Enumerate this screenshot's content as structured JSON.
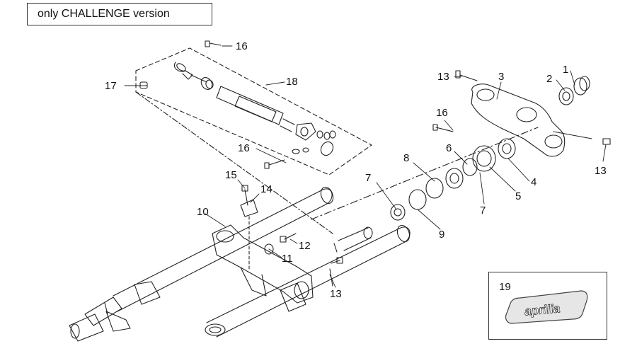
{
  "header": {
    "version_label": "only CHALLENGE version"
  },
  "callouts": {
    "c1": "1",
    "c2": "2",
    "c3": "3",
    "c4": "4",
    "c5": "5",
    "c6": "6",
    "c7a": "7",
    "c7b": "7",
    "c8": "8",
    "c9": "9",
    "c10": "10",
    "c11": "11",
    "c12": "12",
    "c13a": "13",
    "c13b": "13",
    "c13c": "13",
    "c14": "14",
    "c15": "15",
    "c16a": "16",
    "c16b": "16",
    "c16c": "16",
    "c17": "17",
    "c18": "18",
    "c19": "19"
  },
  "badge": {
    "logo_text": "aprilia"
  }
}
